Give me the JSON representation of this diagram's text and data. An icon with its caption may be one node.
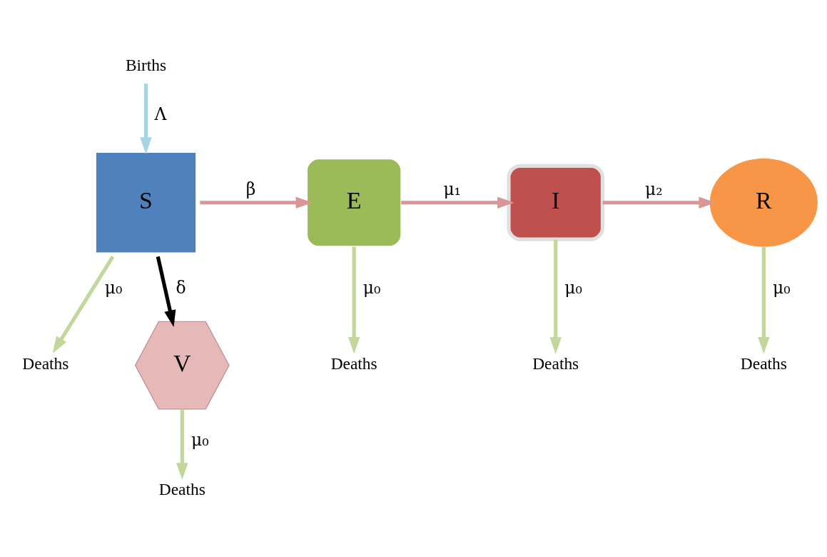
{
  "diagram": {
    "nodes": [
      {
        "text": [
          "Births"
        ]
      },
      {
        "text": [
          "S"
        ]
      },
      {
        "text": [
          "E"
        ]
      },
      {
        "text": [
          "I"
        ]
      },
      {
        "text": [
          "R"
        ]
      },
      {
        "text": [
          "Deaths"
        ]
      },
      {
        "text": [
          "Deaths"
        ]
      },
      {
        "text": [
          "Deaths"
        ]
      },
      {
        "text": [
          "Deaths"
        ]
      },
      {
        "text": [
          "V"
        ]
      },
      {
        "text": [
          "Deaths"
        ]
      }
    ],
    "edges": [
      {
        "from": 0,
        "to": 1,
        "arrow": "to",
        "label": "Λ",
        "color": "#a6d5e6"
      },
      {
        "from": 1,
        "to": 2,
        "arrow": "to",
        "label": "β",
        "color": "#d99694"
      },
      {
        "from": 2,
        "to": 3,
        "arrow": "to",
        "label": "μ₁",
        "color": "#d99694"
      },
      {
        "from": 3,
        "to": 4,
        "arrow": "to",
        "label": "μ₂",
        "color": "#d99694"
      },
      {
        "from": 1,
        "to": 5,
        "arrow": "to",
        "label": "μ₀"
      },
      {
        "from": 2,
        "to": 6,
        "arrow": "to",
        "label": "μ₀"
      },
      {
        "from": 3,
        "to": 7,
        "arrow": "to",
        "label": "μ₀"
      },
      {
        "from": 4,
        "to": 8,
        "arrow": "to",
        "label": "μ₀"
      },
      {
        "from": 1,
        "to": 9,
        "arrow": "to",
        "label": "δ",
        "color": "#000000"
      },
      {
        "from": 9,
        "to": 10,
        "arrow": "to",
        "label": "μ₀"
      }
    ]
  }
}
